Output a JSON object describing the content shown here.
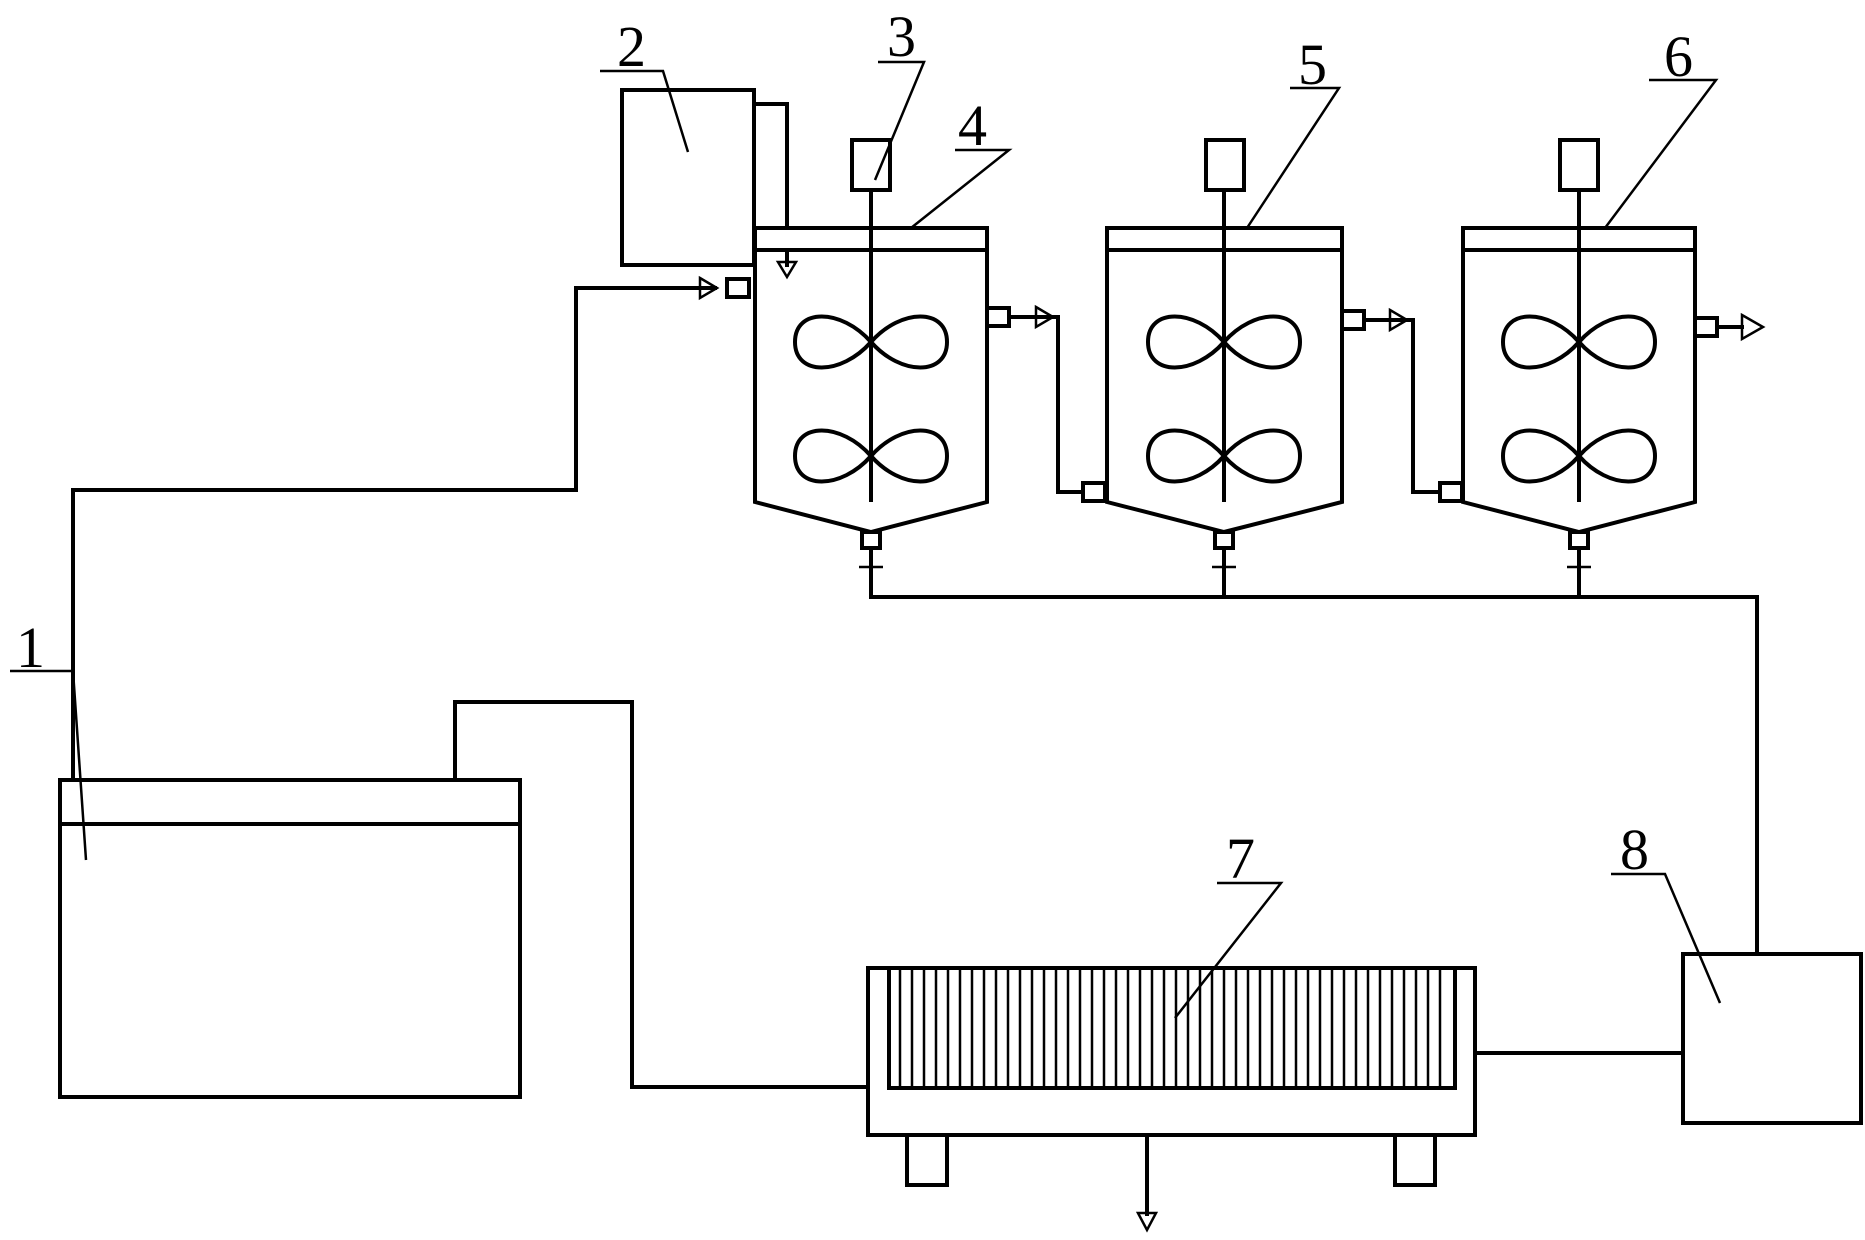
{
  "diagram": {
    "labels": {
      "tank_1": "1",
      "tank_2": "2",
      "motor_3": "3",
      "reactor_4": "4",
      "reactor_5": "5",
      "reactor_6": "6",
      "filter_7": "7",
      "tank_8": "8"
    },
    "colors": {
      "line": "#000000",
      "background": "#ffffff"
    }
  }
}
